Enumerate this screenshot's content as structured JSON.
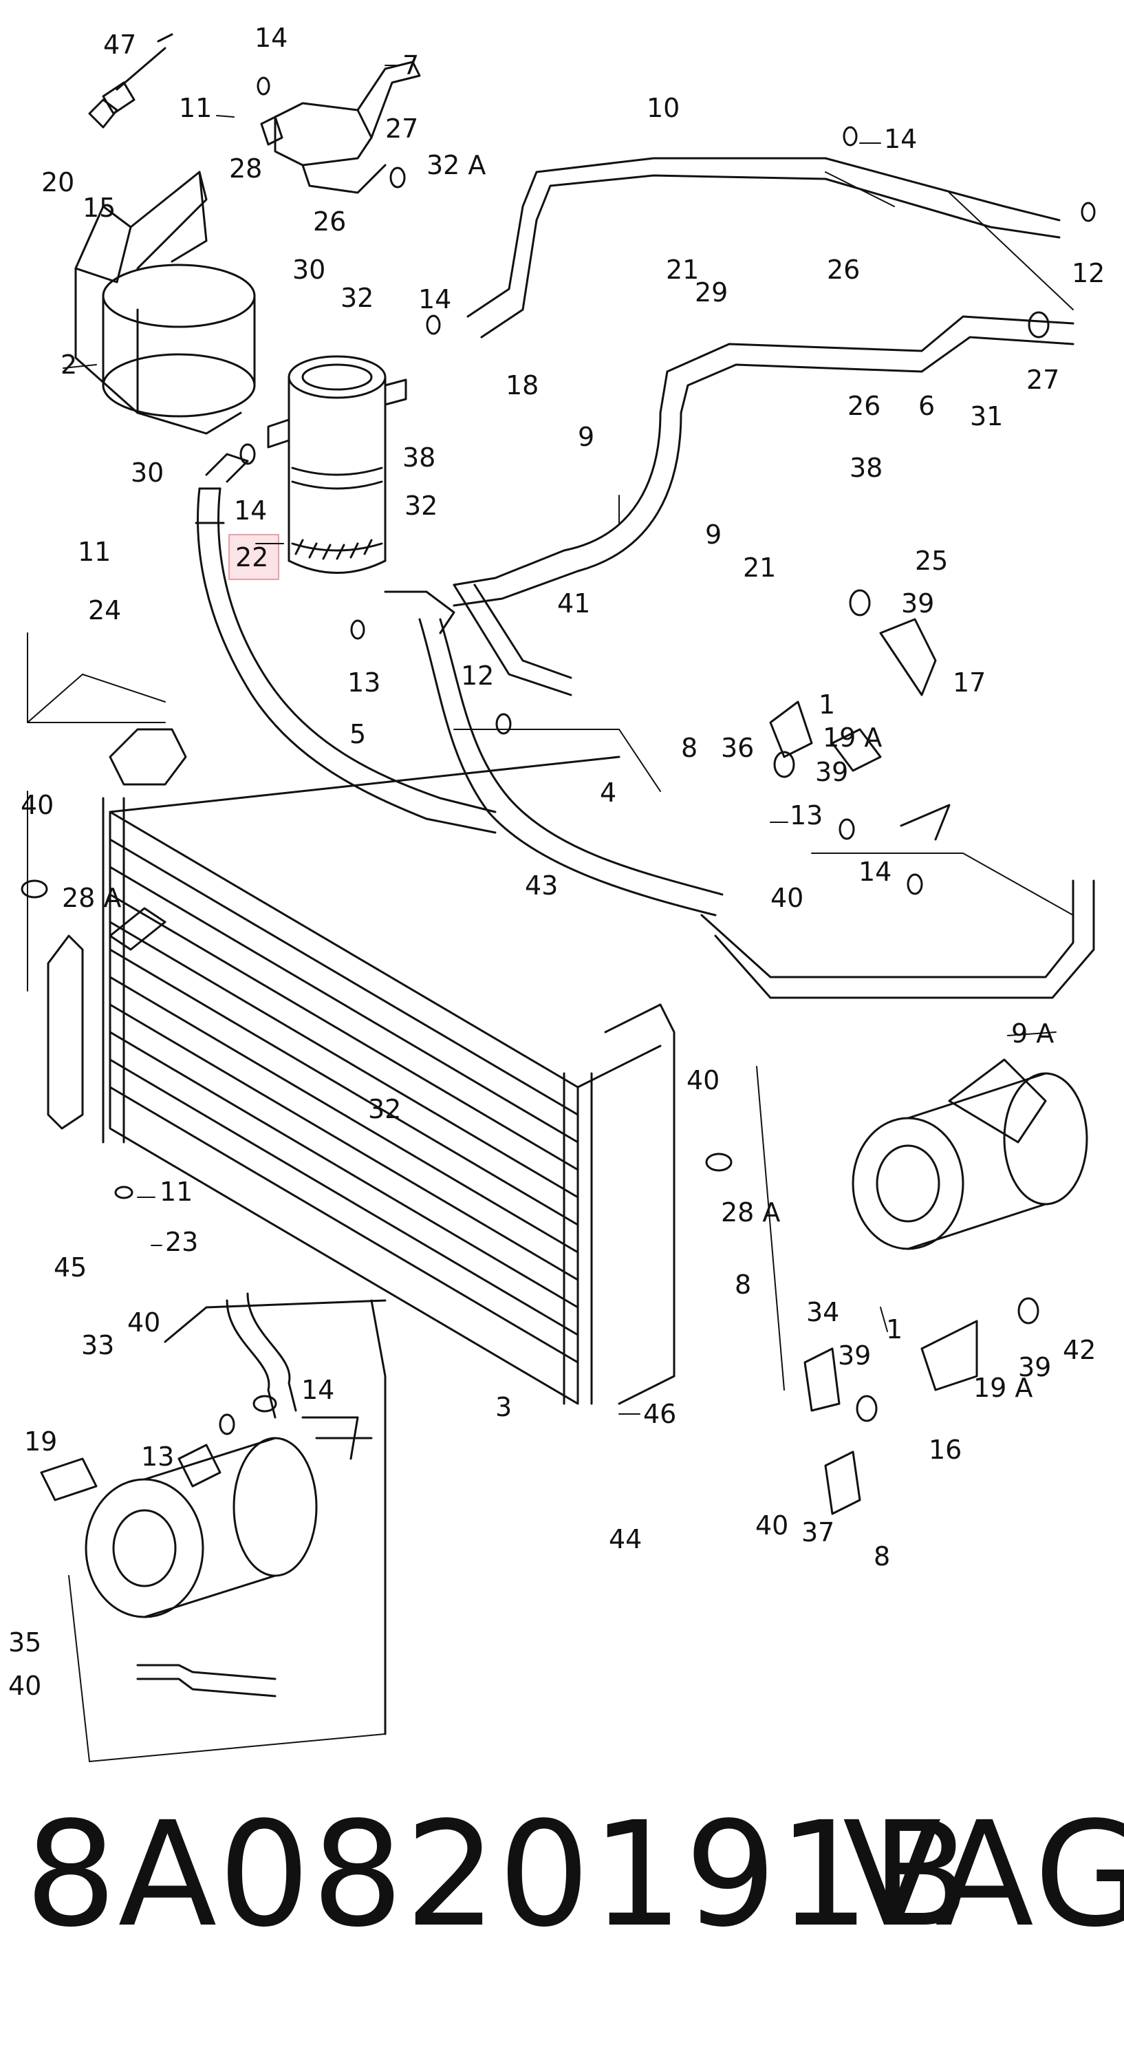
{
  "part_number": "8A0820191B",
  "brand": "VAG",
  "highlight_color": "#e8a0a8",
  "callouts": [
    {
      "id": "c47",
      "label": "47"
    },
    {
      "id": "c14a",
      "label": "14"
    },
    {
      "id": "c7",
      "label": "7"
    },
    {
      "id": "c11a",
      "label": "11"
    },
    {
      "id": "c27a",
      "label": "27"
    },
    {
      "id": "c32a",
      "label": "32 A"
    },
    {
      "id": "c20",
      "label": "20"
    },
    {
      "id": "c15",
      "label": "15"
    },
    {
      "id": "c28a",
      "label": "28"
    },
    {
      "id": "c26a",
      "label": "26"
    },
    {
      "id": "c30a",
      "label": "30"
    },
    {
      "id": "c2",
      "label": "2"
    },
    {
      "id": "c30b",
      "label": "30"
    },
    {
      "id": "c32b",
      "label": "32"
    },
    {
      "id": "c14b",
      "label": "14"
    },
    {
      "id": "c18",
      "label": "18"
    },
    {
      "id": "c9a",
      "label": "9"
    },
    {
      "id": "c38a",
      "label": "38"
    },
    {
      "id": "c32c",
      "label": "32"
    },
    {
      "id": "c14c",
      "label": "14"
    },
    {
      "id": "c22",
      "label": "22"
    },
    {
      "id": "c11b",
      "label": "11"
    },
    {
      "id": "c24",
      "label": "24"
    },
    {
      "id": "c13a",
      "label": "13"
    },
    {
      "id": "c10",
      "label": "10"
    },
    {
      "id": "c14d",
      "label": "14"
    },
    {
      "id": "c21a",
      "label": "21"
    },
    {
      "id": "c29",
      "label": "29"
    },
    {
      "id": "c26b",
      "label": "26"
    },
    {
      "id": "c12a",
      "label": "12"
    },
    {
      "id": "c6",
      "label": "6"
    },
    {
      "id": "c27b",
      "label": "27"
    },
    {
      "id": "c31",
      "label": "31"
    },
    {
      "id": "c26c",
      "label": "26"
    },
    {
      "id": "c38b",
      "label": "38"
    },
    {
      "id": "c9b",
      "label": "9"
    },
    {
      "id": "c21b",
      "label": "21"
    },
    {
      "id": "c25",
      "label": "25"
    },
    {
      "id": "c39a",
      "label": "39"
    },
    {
      "id": "c41",
      "label": "41"
    },
    {
      "id": "c17",
      "label": "17"
    },
    {
      "id": "c12b",
      "label": "12"
    },
    {
      "id": "c1a",
      "label": "1"
    },
    {
      "id": "c19aa",
      "label": "19 A"
    },
    {
      "id": "c5",
      "label": "5"
    },
    {
      "id": "c8a",
      "label": "8"
    },
    {
      "id": "c36",
      "label": "36"
    },
    {
      "id": "c39b",
      "label": "39"
    },
    {
      "id": "c4",
      "label": "4"
    },
    {
      "id": "c13b",
      "label": "13"
    },
    {
      "id": "c40a",
      "label": "40"
    },
    {
      "id": "c28aa",
      "label": "28 A"
    },
    {
      "id": "c40b",
      "label": "40"
    },
    {
      "id": "c14e",
      "label": "14"
    },
    {
      "id": "c43",
      "label": "43"
    },
    {
      "id": "c9aa",
      "label": "9 A"
    },
    {
      "id": "c32d",
      "label": "32"
    },
    {
      "id": "c40c",
      "label": "40"
    },
    {
      "id": "c28ab",
      "label": "28 A"
    },
    {
      "id": "c11c",
      "label": "11"
    },
    {
      "id": "c23",
      "label": "23"
    },
    {
      "id": "c45",
      "label": "45"
    },
    {
      "id": "c8b",
      "label": "8"
    },
    {
      "id": "c34",
      "label": "34"
    },
    {
      "id": "c42",
      "label": "42"
    },
    {
      "id": "c1b",
      "label": "1"
    },
    {
      "id": "c39c",
      "label": "39"
    },
    {
      "id": "c19ab",
      "label": "19 A"
    },
    {
      "id": "c39d",
      "label": "39"
    },
    {
      "id": "c16",
      "label": "16"
    },
    {
      "id": "c3",
      "label": "3"
    },
    {
      "id": "c46",
      "label": "46"
    },
    {
      "id": "c33",
      "label": "33"
    },
    {
      "id": "c40d",
      "label": "40"
    },
    {
      "id": "c14f",
      "label": "14"
    },
    {
      "id": "c19",
      "label": "19"
    },
    {
      "id": "c13c",
      "label": "13"
    },
    {
      "id": "c44",
      "label": "44"
    },
    {
      "id": "c40e",
      "label": "40"
    },
    {
      "id": "c37",
      "label": "37"
    },
    {
      "id": "c8c",
      "label": "8"
    },
    {
      "id": "c35",
      "label": "35"
    },
    {
      "id": "c40f",
      "label": "40"
    }
  ]
}
